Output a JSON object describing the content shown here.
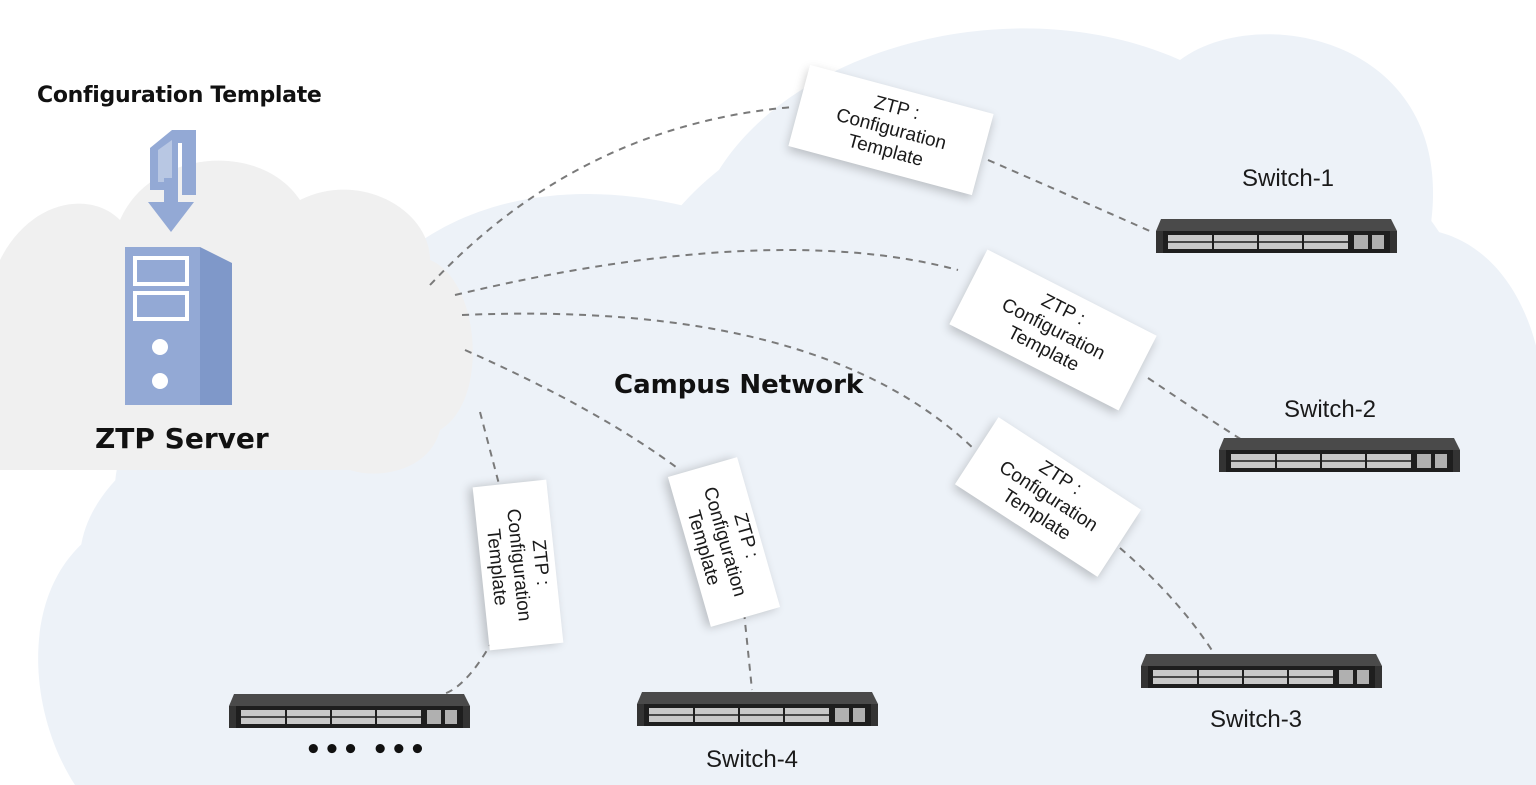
{
  "config_template_title": "Configuration Template",
  "server_label": "ZTP Server",
  "network_label": "Campus Network",
  "ztp_card": {
    "line1": "ZTP :",
    "line2": "Configuration",
    "line3": "Template"
  },
  "switches": [
    {
      "label": "Switch-1"
    },
    {
      "label": "Switch-2"
    },
    {
      "label": "Switch-3"
    },
    {
      "label": "Switch-4"
    },
    {
      "label": "••• •••"
    }
  ],
  "colors": {
    "server_blue": "#93a9d5",
    "campus_cloud": "#edf2f8",
    "server_cloud": "#f0f0f0",
    "line": "#7a7a7a"
  }
}
